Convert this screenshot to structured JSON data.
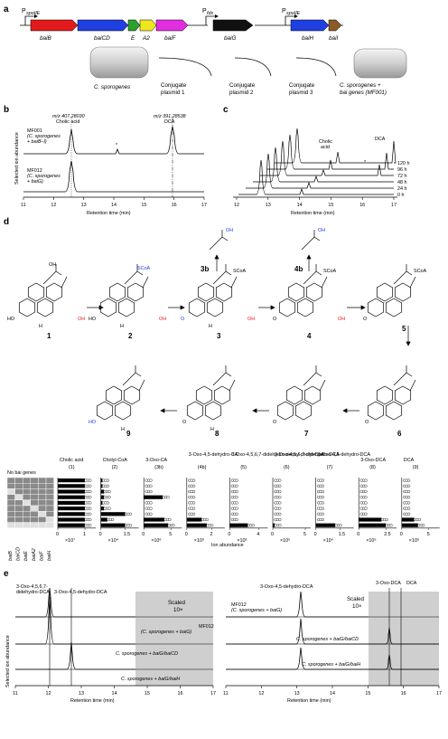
{
  "panels": {
    "a": "a",
    "b": "b",
    "c": "c",
    "d": "d",
    "e": "e"
  },
  "panel_a": {
    "promoters": [
      "P",
      "spoIIE",
      "fdx"
    ],
    "genes": [
      {
        "name": "baiB",
        "color": "#e31a1c"
      },
      {
        "name": "baiCD",
        "color": "#1f3fe0"
      },
      {
        "name": "E",
        "color": "#2ca02c"
      },
      {
        "name": "A2",
        "color": "#f0e61e"
      },
      {
        "name": "baiF",
        "color": "#e02ee0"
      },
      {
        "name": "baiG",
        "color": "#111111"
      },
      {
        "name": "baiH",
        "color": "#1f3fe0"
      },
      {
        "name": "baiI",
        "color": "#8b5a2b"
      }
    ],
    "organism": "C. sporogenes",
    "steps": [
      "Conjugate plasmid 1",
      "Conjugate plasmid 2",
      "Conjugate plasmid 3"
    ],
    "result_line1": "C. sporogenes +",
    "result_line2": "bai genes (MF001)"
  },
  "panel_b": {
    "ylabel": "Selected ion abundance",
    "xlabel": "Retention time (min)",
    "xticks": [
      "11",
      "12",
      "13",
      "14",
      "15",
      "16",
      "17"
    ],
    "mz1": "m/z 407.28030",
    "mz1_name": "Cholic acid",
    "mz2": "m/z 391.28538",
    "mz2_name": "DCA",
    "star": "*",
    "trace1": [
      "MF001",
      "(C. sporogenes",
      "+ baiB–I)"
    ],
    "trace2": [
      "MF012",
      "(C. sporogenes",
      "+ baiG)"
    ]
  },
  "panel_c": {
    "xlabel": "Retention time (min)",
    "xticks": [
      "12",
      "13",
      "14",
      "15",
      "16",
      "17"
    ],
    "times": [
      "120 h",
      "96 h",
      "72 h",
      "48 h",
      "24 h",
      "0 h"
    ],
    "cholic": [
      "Cholic",
      "acid"
    ],
    "dca": "DCA",
    "star": "*"
  },
  "panel_d": {
    "coa": "SCoA",
    "compound_numbers": [
      "1",
      "2",
      "3",
      "4",
      "5",
      "6",
      "7",
      "8",
      "9",
      "3b",
      "4b"
    ],
    "h": "H",
    "ho": "HO",
    "oh": "OH",
    "o": "O"
  },
  "bar_chart": {
    "no_bai": "No bai genes",
    "row_labels": [
      "baiB",
      "baiCD",
      "baiE",
      "baiA2",
      "baiF",
      "baiH"
    ],
    "xlabel": "Ion abundance",
    "chart_data": {
      "type": "bar",
      "orientation": "horizontal",
      "rows": 9,
      "groups": [
        {
          "name": "Cholic acid",
          "num": "(1)",
          "unit": "×10⁷",
          "ticks": [
            "0",
            "1"
          ],
          "xlim": [
            0,
            1.2
          ],
          "values": [
            1.0,
            1.0,
            1.0,
            1.0,
            1.0,
            1.0,
            1.0,
            1.0,
            1.0
          ]
        },
        {
          "name": "Cholyl-CoA",
          "num": "(2)",
          "unit": "×10⁴",
          "ticks": [
            "0",
            "1.5"
          ],
          "xlim": [
            0,
            2
          ],
          "values": [
            0.1,
            0.1,
            0.2,
            0.2,
            0.1,
            0.2,
            1.5,
            0.4,
            1.5
          ]
        },
        {
          "name": "3-Oxo-CA",
          "num": "(3b)",
          "unit": "×10⁶",
          "ticks": [
            "0",
            "5"
          ],
          "xlim": [
            0,
            6
          ],
          "values": [
            0,
            0,
            0,
            3.5,
            0,
            0,
            0,
            3.8,
            4.5
          ]
        },
        {
          "name": "3-Oxo-4,5-dehydro-CA",
          "num": "(4b)",
          "unit": "×10³",
          "ticks": [
            "0",
            "2"
          ],
          "xlim": [
            0,
            2.6
          ],
          "values": [
            0,
            0,
            0,
            0,
            0,
            0,
            0,
            1.2,
            1.6
          ]
        },
        {
          "name": "3-Oxo-4,5,6,7-didehydro-deoxy-cholyl-CoA",
          "num": "(5)",
          "unit": "×10³",
          "ticks": [
            "0",
            "4"
          ],
          "xlim": [
            0,
            4.5
          ],
          "values": [
            0,
            0,
            0,
            0,
            0,
            0,
            0,
            0,
            2.5
          ]
        },
        {
          "name": "3-Oxo-4,5,6,7-didehydro-DCA",
          "num": "(6)",
          "unit": "×10⁵",
          "ticks": [
            "0",
            "5"
          ],
          "xlim": [
            0,
            5
          ],
          "values": [
            0,
            0,
            0,
            0,
            0,
            0,
            0,
            0,
            0.3
          ]
        },
        {
          "name": "3-Oxo-4,5-dehydro-DCA",
          "num": "(7)",
          "unit": "×10⁴",
          "ticks": [
            "0",
            "1.5"
          ],
          "xlim": [
            0,
            2
          ],
          "values": [
            0,
            0,
            0,
            0,
            0,
            0,
            0,
            0,
            1.2
          ]
        },
        {
          "name": "3-Oxo-DCA",
          "num": "(8)",
          "unit": "×10⁵",
          "ticks": [
            "0",
            "2.5"
          ],
          "xlim": [
            0,
            3
          ],
          "values": [
            0,
            0,
            0,
            0,
            0,
            0,
            0,
            2.1,
            2.5
          ]
        },
        {
          "name": "DCA",
          "num": "(9)",
          "unit": "×10⁶",
          "ticks": [
            "0",
            "5"
          ],
          "xlim": [
            0,
            6
          ],
          "values": [
            0,
            0,
            0,
            0,
            0,
            0,
            0,
            2.3,
            3.0
          ]
        }
      ]
    }
  },
  "panel_e": {
    "ylabel": "Selected ion abundance",
    "xlabel": "Retention time (min)",
    "xticks": [
      "11",
      "12",
      "13",
      "14",
      "15",
      "16",
      "17"
    ],
    "left_peak1": [
      "3-Oxo-4,5,6,7-",
      "didehydro-DCA"
    ],
    "left_peak2": "3-Oxo-4,5-dehydro-DCA",
    "right_peak1": "3-Oxo-4,5-dehydro-DCA",
    "right_peak2": "3-Oxo-DCA",
    "right_peak3": "DCA",
    "scaled": [
      "Scaled",
      "10×"
    ],
    "mf012": [
      "MF012",
      "(C. sporogenes + baiG)"
    ],
    "trace2": "C. sporogenes + baiG/baiCD",
    "trace3": "C. sporogenes + baiG/baiH"
  }
}
